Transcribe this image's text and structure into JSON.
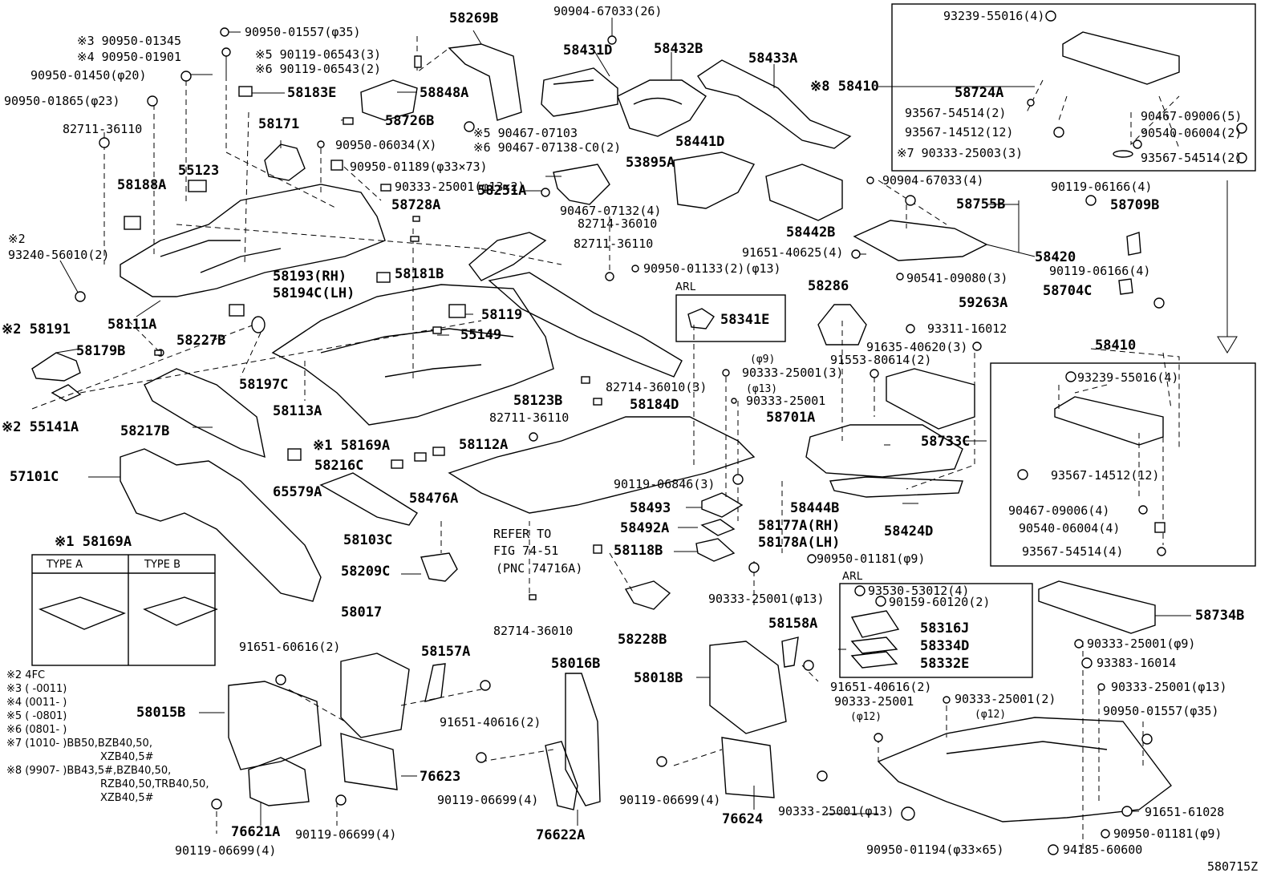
{
  "labels": [
    {
      "id": "p1",
      "text": "90904-67033(26)"
    },
    {
      "id": "p2",
      "text": "58269B"
    },
    {
      "id": "p3",
      "text": "90950-01557(φ35)"
    },
    {
      "id": "p4",
      "text": "※3 90950-01345"
    },
    {
      "id": "p5",
      "text": "※4 90950-01901"
    },
    {
      "id": "p6",
      "text": "※5 90119-06543(3)"
    },
    {
      "id": "p7",
      "text": "※6 90119-06543(2)"
    },
    {
      "id": "p8",
      "text": "90950-01450(φ20)"
    },
    {
      "id": "p9",
      "text": "90950-01865(φ23)"
    },
    {
      "id": "p10",
      "text": "58183E"
    },
    {
      "id": "p11",
      "text": "58848A"
    },
    {
      "id": "p12",
      "text": "58431D"
    },
    {
      "id": "p13",
      "text": "58432B"
    },
    {
      "id": "p14",
      "text": "58433A"
    },
    {
      "id": "p15",
      "text": "※8 58410"
    },
    {
      "id": "p16",
      "text": "93239-55016(4)"
    },
    {
      "id": "p17",
      "text": "58724A"
    },
    {
      "id": "p18",
      "text": "93567-54514(2)"
    },
    {
      "id": "p19",
      "text": "93567-14512(12)"
    },
    {
      "id": "p20",
      "text": "※7 90333-25003(3)"
    },
    {
      "id": "p21",
      "text": "90467-09006(5)"
    },
    {
      "id": "p22",
      "text": "90540-06004(2)"
    },
    {
      "id": "p23",
      "text": "93567-54514(2)"
    },
    {
      "id": "p24",
      "text": "82711-36110"
    },
    {
      "id": "p25",
      "text": "58171"
    },
    {
      "id": "p26",
      "text": "58726B"
    },
    {
      "id": "p27",
      "text": "※5 90467-07103"
    },
    {
      "id": "p28",
      "text": "※6 90467-07138-C0(2)"
    },
    {
      "id": "p29",
      "text": "90950-06034(X)"
    },
    {
      "id": "p30",
      "text": "58441D"
    },
    {
      "id": "p31",
      "text": "55123"
    },
    {
      "id": "p32",
      "text": "58188A"
    },
    {
      "id": "p33",
      "text": "90950-01189(φ33×73)"
    },
    {
      "id": "p34",
      "text": "53895A"
    },
    {
      "id": "p35",
      "text": "90333-25001(φ13×2)"
    },
    {
      "id": "p36",
      "text": "58728A"
    },
    {
      "id": "p37",
      "text": "58251A"
    },
    {
      "id": "p38",
      "text": "90467-07132(4)"
    },
    {
      "id": "p39",
      "text": "82714-36010"
    },
    {
      "id": "p40",
      "text": "90904-67033(4)"
    },
    {
      "id": "p41",
      "text": "58755B"
    },
    {
      "id": "p42",
      "text": "90119-06166(4)"
    },
    {
      "id": "p43",
      "text": "58709B"
    },
    {
      "id": "p44",
      "text": "※2"
    },
    {
      "id": "p45",
      "text": "93240-56010(2)"
    },
    {
      "id": "p46",
      "text": "58442B"
    },
    {
      "id": "p47",
      "text": "91651-40625(4)"
    },
    {
      "id": "p48",
      "text": "58420"
    },
    {
      "id": "p49",
      "text": "82711-36110"
    },
    {
      "id": "p50",
      "text": "90950-01133(2)(φ13)"
    },
    {
      "id": "p51",
      "text": "90119-06166(4)"
    },
    {
      "id": "p52",
      "text": "58193(RH)"
    },
    {
      "id": "p53",
      "text": "58181B"
    },
    {
      "id": "p54",
      "text": "58194C(LH)"
    },
    {
      "id": "p55",
      "text": "ARL"
    },
    {
      "id": "p56",
      "text": "58286"
    },
    {
      "id": "p57",
      "text": "90541-09080(3)"
    },
    {
      "id": "p58",
      "text": "58704C"
    },
    {
      "id": "p59",
      "text": "58341E"
    },
    {
      "id": "p60",
      "text": "59263A"
    },
    {
      "id": "p61",
      "text": "58119"
    },
    {
      "id": "p62",
      "text": "58111A"
    },
    {
      "id": "p63",
      "text": "※2 58191"
    },
    {
      "id": "p64",
      "text": "58227B"
    },
    {
      "id": "p65",
      "text": "55149"
    },
    {
      "id": "p66",
      "text": "93311-16012"
    },
    {
      "id": "p67",
      "text": "58179B"
    },
    {
      "id": "p68",
      "text": "91635-40620(3)"
    },
    {
      "id": "p69",
      "text": "58410"
    },
    {
      "id": "p70",
      "text": "(φ9)"
    },
    {
      "id": "p71",
      "text": "91553-80614(2)"
    },
    {
      "id": "p72",
      "text": "90333-25001(3)"
    },
    {
      "id": "p73",
      "text": "58197C"
    },
    {
      "id": "p74",
      "text": "82714-36010(3)"
    },
    {
      "id": "p75",
      "text": "93239-55016(4)"
    },
    {
      "id": "p76",
      "text": "(φ13)"
    },
    {
      "id": "p77",
      "text": "58123B"
    },
    {
      "id": "p78",
      "text": "90333-25001"
    },
    {
      "id": "p79",
      "text": "58113A"
    },
    {
      "id": "p80",
      "text": "58184D"
    },
    {
      "id": "p81",
      "text": "※2 55141A"
    },
    {
      "id": "p82",
      "text": "82711-36110"
    },
    {
      "id": "p83",
      "text": "58701A"
    },
    {
      "id": "p84",
      "text": "58217B"
    },
    {
      "id": "p85",
      "text": "58733C"
    },
    {
      "id": "p86",
      "text": "※1 58169A"
    },
    {
      "id": "p87",
      "text": "58112A"
    },
    {
      "id": "p88",
      "text": "58216C"
    },
    {
      "id": "p89",
      "text": "57101C"
    },
    {
      "id": "p90",
      "text": "93567-14512(12)"
    },
    {
      "id": "p91",
      "text": "90119-06846(3)"
    },
    {
      "id": "p92",
      "text": "58444B"
    },
    {
      "id": "p93",
      "text": "58476A"
    },
    {
      "id": "p94",
      "text": "65579A"
    },
    {
      "id": "p95",
      "text": "58493"
    },
    {
      "id": "p96",
      "text": "58424D"
    },
    {
      "id": "p97",
      "text": "90467-09006(4)"
    },
    {
      "id": "p98",
      "text": "58492A"
    },
    {
      "id": "p99",
      "text": "58177A(RH)"
    },
    {
      "id": "p100",
      "text": "90540-06004(4)"
    },
    {
      "id": "p101",
      "text": "58103C"
    },
    {
      "id": "p102",
      "text": "REFER TO"
    },
    {
      "id": "p103",
      "text": "58178A(LH)"
    },
    {
      "id": "p104",
      "text": "※1 58169A"
    },
    {
      "id": "p105",
      "text": "FIG 74-51"
    },
    {
      "id": "p106",
      "text": "58118B"
    },
    {
      "id": "p107",
      "text": "93567-54514(4)"
    },
    {
      "id": "p108",
      "text": "58209C"
    },
    {
      "id": "p109",
      "text": "(PNC 74716A)"
    },
    {
      "id": "p110",
      "text": "90950-01181(φ9)"
    },
    {
      "id": "p111",
      "text": "ARL"
    },
    {
      "id": "p112",
      "text": "93530-53012(4)"
    },
    {
      "id": "p113",
      "text": "90159-60120(2)"
    },
    {
      "id": "p114",
      "text": "90333-25001(φ13)"
    },
    {
      "id": "p115",
      "text": "58734B"
    },
    {
      "id": "p116",
      "text": "58017"
    },
    {
      "id": "p117",
      "text": "82714-36010"
    },
    {
      "id": "p118",
      "text": "58228B"
    },
    {
      "id": "p119",
      "text": "58316J"
    },
    {
      "id": "p120",
      "text": "58158A"
    },
    {
      "id": "p121",
      "text": "58334D"
    },
    {
      "id": "p122",
      "text": "58157A"
    },
    {
      "id": "p123",
      "text": "58016B"
    },
    {
      "id": "p124",
      "text": "90333-25001(φ9)"
    },
    {
      "id": "p125",
      "text": "58332E"
    },
    {
      "id": "p126",
      "text": "91651-60616(2)"
    },
    {
      "id": "p127",
      "text": "93383-16014"
    },
    {
      "id": "p128",
      "text": "58018B"
    },
    {
      "id": "p129",
      "text": "91651-40616(2)"
    },
    {
      "id": "p130",
      "text": "90333-25001(φ13)"
    },
    {
      "id": "p131",
      "text": "90333-25001"
    },
    {
      "id": "p132",
      "text": "90333-25001(2)"
    },
    {
      "id": "p133",
      "text": "58015B"
    },
    {
      "id": "p134",
      "text": "(φ12)"
    },
    {
      "id": "p135",
      "text": "(φ12)"
    },
    {
      "id": "p136",
      "text": "90950-01557(φ35)"
    },
    {
      "id": "p137",
      "text": "91651-40616(2)"
    },
    {
      "id": "p138",
      "text": "76623"
    },
    {
      "id": "p139",
      "text": "90119-06699(4)"
    },
    {
      "id": "p140",
      "text": "90119-06699(4)"
    },
    {
      "id": "p141",
      "text": "76624"
    },
    {
      "id": "p142",
      "text": "90333-25001(φ13)"
    },
    {
      "id": "p143",
      "text": "91651-61028"
    },
    {
      "id": "p144",
      "text": "76621A"
    },
    {
      "id": "p145",
      "text": "90119-06699(4)"
    },
    {
      "id": "p146",
      "text": "76622A"
    },
    {
      "id": "p147",
      "text": "90950-01181(φ9)"
    },
    {
      "id": "p148",
      "text": "90950-01194(φ33×65)"
    },
    {
      "id": "p149",
      "text": "94185-60600"
    },
    {
      "id": "p150",
      "text": "90119-06699(4)"
    },
    {
      "id": "p151",
      "text": "580715Z"
    }
  ],
  "type_table": {
    "type_a": "TYPE A",
    "type_b": "TYPE B"
  },
  "notes": [
    "※2 4FC",
    "※3 (      -0011)",
    "※4 (0011-      )",
    "※5 (      -0801)",
    "※6 (0801-      )",
    "※7 (1010-      )BB50,BZB40,50,",
    "XZB40,5#",
    "※8 (9907-      )BB43,5#,BZB40,50,",
    "RZB40,50,TRB40,50,",
    "XZB40,5#"
  ]
}
